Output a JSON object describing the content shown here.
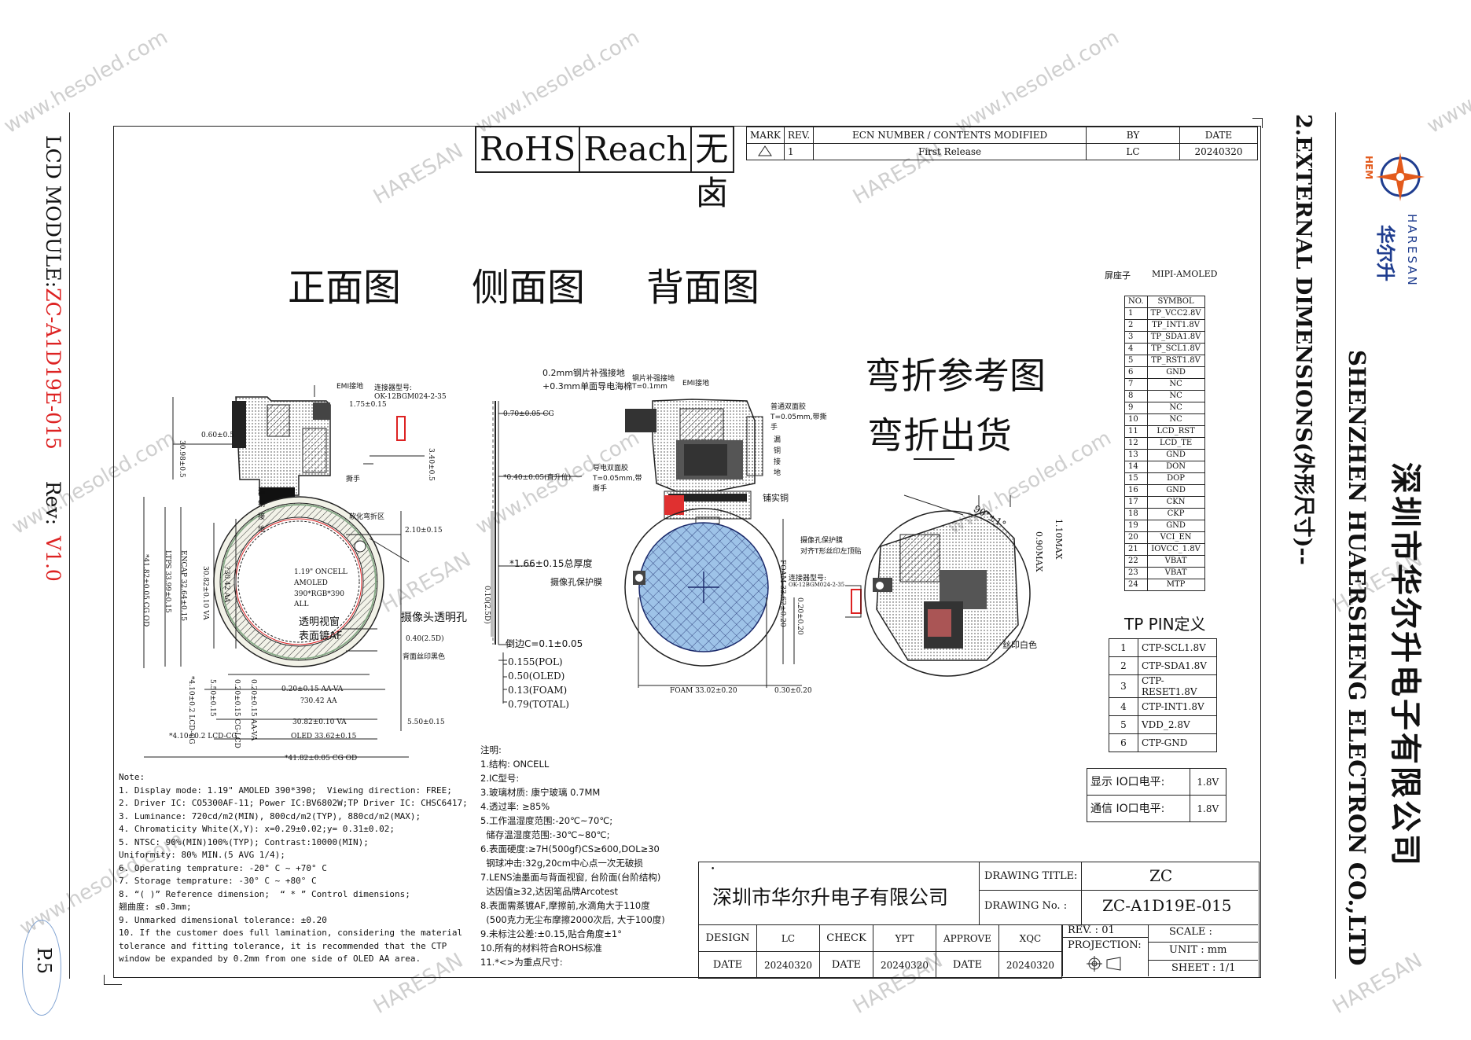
{
  "left_margin": {
    "module_label": "LCD MODULE:",
    "module_code": "ZC-A1D19E-015",
    "rev_label": "Rev:",
    "rev_value": "V1.0",
    "page": "P.5"
  },
  "right_margin": {
    "section_title": "2.EXTERNAL DIMENSIONS(外形尺寸)--",
    "company_en": "SHENZHEN HUAERSHENG ELECTRON CO.,LTD",
    "company_cn": "深圳市华尔升电子有限公司",
    "logo_en": "HARESAN",
    "logo_cn": "华尔升",
    "logo_mark": "HEM"
  },
  "watermarks": [
    "www.hesoled.com",
    "HARESAN"
  ],
  "compliance": [
    "RoHS",
    "Reach",
    "无卤"
  ],
  "revision_table": {
    "headers": [
      "MARK",
      "REV.",
      "ECN NUMBER / CONTENTS MODIFIED",
      "BY",
      "DATE"
    ],
    "rows": [
      [
        "1",
        "First Release",
        "LC",
        "20240320"
      ]
    ]
  },
  "view_titles": [
    "正面图",
    "侧面图",
    "背面图"
  ],
  "bend_titles": [
    "弯折参考图",
    "弯折出货"
  ],
  "pin_table": {
    "header": "屏座子",
    "type": "MIPI-AMOLED",
    "columns": [
      "NO.",
      "SYMBOL"
    ],
    "rows": [
      [
        "1",
        "TP_VCC2.8V"
      ],
      [
        "2",
        "TP_INT1.8V"
      ],
      [
        "3",
        "TP_SDA1.8V"
      ],
      [
        "4",
        "TP_SCL1.8V"
      ],
      [
        "5",
        "TP_RST1.8V"
      ],
      [
        "6",
        "GND"
      ],
      [
        "7",
        "NC"
      ],
      [
        "8",
        "NC"
      ],
      [
        "9",
        "NC"
      ],
      [
        "10",
        "NC"
      ],
      [
        "11",
        "LCD_RST"
      ],
      [
        "12",
        "LCD_TE"
      ],
      [
        "13",
        "GND"
      ],
      [
        "14",
        "DON"
      ],
      [
        "15",
        "DOP"
      ],
      [
        "16",
        "GND"
      ],
      [
        "17",
        "CKN"
      ],
      [
        "18",
        "CKP"
      ],
      [
        "19",
        "GND"
      ],
      [
        "20",
        "VCI_EN"
      ],
      [
        "21",
        "IOVCC_1.8V"
      ],
      [
        "22",
        "VBAT"
      ],
      [
        "23",
        "VBAT"
      ],
      [
        "24",
        "MTP"
      ]
    ]
  },
  "tp_pin": {
    "title": "TP PIN定义",
    "rows": [
      [
        "1",
        "CTP-SCL1.8V"
      ],
      [
        "2",
        "CTP-SDA1.8V"
      ],
      [
        "3",
        "CTP-RESET1.8V"
      ],
      [
        "4",
        "CTP-INT1.8V"
      ],
      [
        "5",
        "VDD_2.8V"
      ],
      [
        "6",
        "CTP-GND"
      ]
    ]
  },
  "io_levels": [
    [
      "显示 IO口电平:",
      "1.8V"
    ],
    [
      "通信 IO口电平:",
      "1.8V"
    ]
  ],
  "front_labels": {
    "emi": "EMI接地",
    "connector": "连接器型号:",
    "connector_model": "OK-12BGM024-2-35",
    "d175": "1.75±0.15",
    "d060": "0.60±0.5",
    "d3098": "30.98±0.5",
    "d340": "3.40±0.5",
    "label_lou": "漏铜接地",
    "label_si": "撕手",
    "label_softbend": "软化弯折区",
    "d210": "2.10±0.15",
    "d4182": "*41.82±0.05 CG OD",
    "d3399": "LTPS 33.99±0.15",
    "d3264": "ENCAP 32.64±0.15",
    "d3082v": "30.82±0.10 VA",
    "d3042v": "?30.42 AA",
    "panel1": "1.19\" ONCELL",
    "panel2": "AMOLED",
    "panel3": "390*RGB*390",
    "panel4": "ALL",
    "window1": "透明视窗",
    "window2": "表面镀AF",
    "camera": "摄像头透明孔",
    "d040": "0.40(2.5D)",
    "print": "背面丝印黑色",
    "d410": "*4.10±0.2 LCD-CG",
    "d550": "5.50±0.15",
    "d020c": "0.20±0.15 CG-LCD",
    "d020aa": "0.20±0.15 AA-VA",
    "d3042aa": "?30.42 AA",
    "d3082va": "30.82±0.10 VA",
    "d550b": "5.50±0.15",
    "d410b": "*4.10±0.2 LCD-CG",
    "oled": "OLED 33.62±0.15",
    "cgod": "*41.82±0.05 CG OD"
  },
  "side_labels": {
    "d070": "0.70±0.05 CG",
    "d040": "*0.40±0.05(直升位)",
    "d166": "*1.66±0.15总厚度",
    "chamfer": "倒边C=0.1±0.05",
    "d010": "0.10(2.5D)",
    "stack": [
      "0.155(POL)",
      "0.50(OLED)",
      "0.13(FOAM)",
      "0.79(TOTAL)"
    ]
  },
  "back_labels": {
    "steel": "0.2mm钢片补强接地",
    "foam": "+0.3mm单面导电海棉",
    "steel2": "钢片补强接地T=0.1mm",
    "emi": "EMI接地",
    "tape1": "普通双面胶",
    "tape2": "T=0.05mm,带撕手",
    "lou": "漏铜接地",
    "cond1": "导电双面胶",
    "cond2": "T=0.05mm,带撕手",
    "copper": "铺实铜",
    "camfilm": "摄像孔保护膜",
    "foam3302": "FOAM 33.02±0.20",
    "d030": "0.30±0.20",
    "d020": "0.20±0.20",
    "foamv": "FOAM 33.62±0.20",
    "conn": "连接器型号:",
    "conn_model": "OK-12BGM024-2-35"
  },
  "bend_labels": {
    "angle": "90°±1°",
    "d110": "1.10MAX",
    "d090": "0.90MAX",
    "camfilm1": "摄像孔保护膜",
    "camfilm2": "对齐T形丝印左顶贴",
    "silk": "丝印白色"
  },
  "note_en": [
    "Note:",
    "1. Display mode: 1.19\" AMOLED 390*390;  Viewing direction: FREE;",
    "2. Driver IC: CO5300AF-11; Power IC:BV6802W;TP Driver IC: CHSC6417;",
    "3. Luminance: 720cd/m2(MIN), 800cd/m2(TYP), 880cd/m2(MAX);",
    "4. Chromaticity White(X,Y): x=0.29±0.02;y= 0.31±0.02;",
    "5. NTSC: 90%(MIN)100%(TYP); Contrast:10000(MIN);",
    "Uniformity: 80% MIN.(5 AVG 1/4);",
    "6. Operating temprature: -20° C ~ +70° C",
    "7. Storage temprature: -30° C ~ +80° C",
    "8. “( )” Reference dimension;  “ * ” Control dimensions;",
    "翘曲度: ≤0.3mm;",
    "9. Unmarked dimensional tolerance: ±0.20",
    "10. If the customer does full lamination, considering the material",
    "tolerance and fitting tolerance, it is recommended that the CTP",
    "window be expanded by 0.2mm from one side of OLED AA area."
  ],
  "note_cn": [
    "注明:",
    "1.结构: ONCELL",
    "2.IC型号:",
    "3.玻璃材质: 康宁玻璃 0.7MM",
    "4.透过率: ≥85%",
    "5.工作温湿度范围:-20℃~70℃;",
    "  储存温湿度范围:-30℃~80℃;",
    "6.表面硬度:≥7H(500gf)CS≥600,DOL≥30",
    "  钢球冲击:32g,20cm中心点一次无破损",
    "7.LENS油墨面与背面视窗, 台阶面(台阶结构)",
    "  达因值≥32,达因笔品牌Arcotest",
    "8.表面需蒸镀AF,摩擦前,水滴角大于110度",
    "  (500克力无尘布摩擦2000次后, 大于100度)",
    "9.未标注公差:±0.15,贴合角度±1°",
    "10.所有的材料符合ROHS标准",
    "11.*<>为重点尺寸:"
  ],
  "title_block": {
    "company": "深圳市华尔升电子有限公司",
    "drawing_title_label": "DRAWING TITLE:",
    "drawing_title": "ZC",
    "drawing_no_label": "DRAWING No. :",
    "drawing_no": "ZC-A1D19E-015",
    "design_label": "DESIGN",
    "design": "LC",
    "check_label": "CHECK",
    "check": "YPT",
    "approve_label": "APPROVE",
    "approve": "XQC",
    "date_label": "DATE",
    "date": "20240320",
    "rev_label": "REV. :",
    "rev": "01",
    "scale_label": "SCALE :",
    "projection_label": "PROJECTION:",
    "unit": "UNIT : mm",
    "sheet": "SHEET : 1/1"
  }
}
